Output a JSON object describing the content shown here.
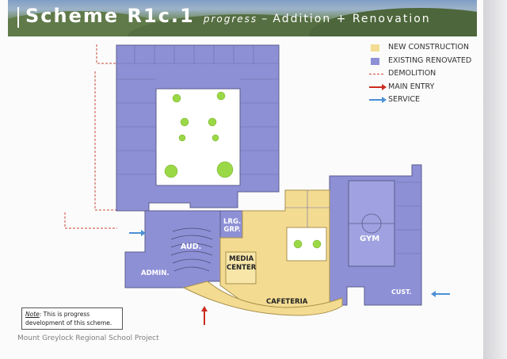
{
  "header": {
    "title_main": "Scheme R1c.1",
    "title_progress": "progress",
    "title_separator": "–",
    "title_type": "Addition + Renovation"
  },
  "legend": {
    "items": [
      {
        "label": "NEW CONSTRUCTION",
        "kind": "swatch",
        "color": "#f3dc92"
      },
      {
        "label": "EXISTING RENOVATED",
        "kind": "swatch",
        "color": "#8e90d6"
      },
      {
        "label": "DEMOLITION",
        "kind": "dashed-line",
        "color": "#c84a3a"
      },
      {
        "label": "MAIN ENTRY",
        "kind": "arrow",
        "color": "#cc2b20"
      },
      {
        "label": "SERVICE",
        "kind": "arrow",
        "color": "#4a8ed6"
      }
    ]
  },
  "plan": {
    "labels": {
      "lrg_grp_1": "LRG.",
      "lrg_grp_2": "GRP.",
      "aud": "AUD.",
      "gym": "GYM",
      "admin": "ADMIN.",
      "media_1": "MEDIA",
      "media_2": "CENTER",
      "cafeteria": "CAFETERIA",
      "cust": "CUST."
    }
  },
  "note": {
    "label": "Note",
    "text": ": This is progress development of this scheme."
  },
  "footer": {
    "project": "Mount Greylock Regional School Project"
  },
  "colors": {
    "existing": "#8e90d6",
    "new": "#f3dc92",
    "wall": "#5a5c8c",
    "tree": "#9bd846"
  }
}
